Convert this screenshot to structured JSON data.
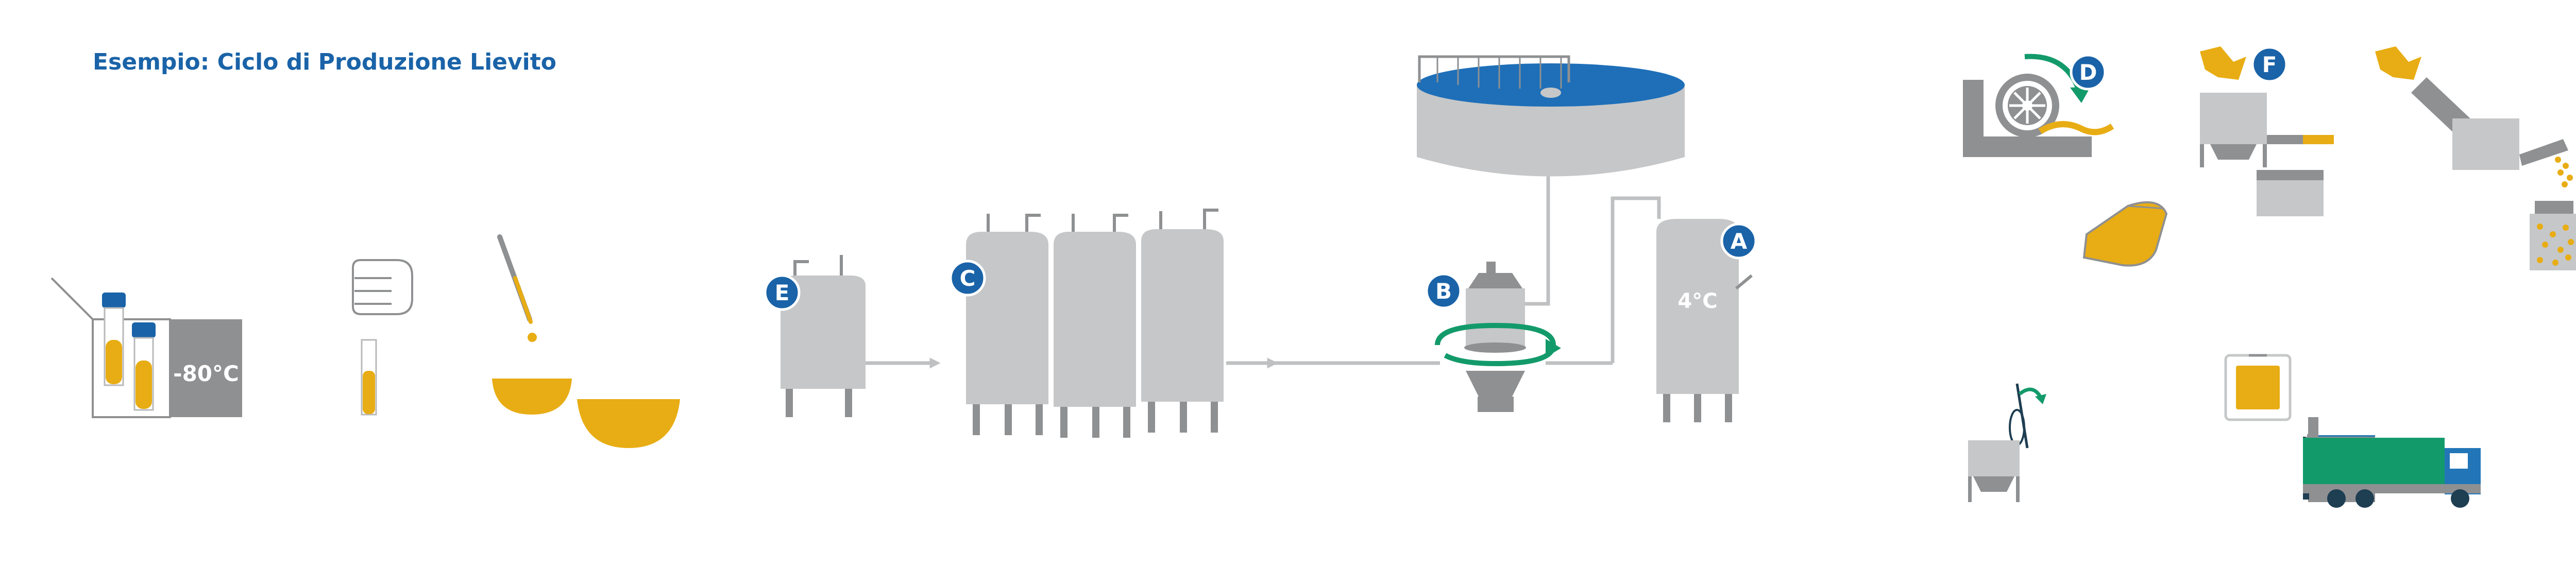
{
  "title": "Esempio: Ciclo di Produzione Lievito",
  "labels": {
    "freezer_temp": "-80°C",
    "cold_temp": "4°C",
    "A": "A",
    "B": "B",
    "C": "C",
    "D": "D",
    "E": "E",
    "F": "F"
  },
  "colors": {
    "title_blue": "#1a63a8",
    "badge_blue": "#1a63a8",
    "steel": "#c6c7c8",
    "steel_dark": "#8f9092",
    "yeast_yellow": "#e8ad14",
    "rotation_green": "#139a6b",
    "pond_blue": "#1e6fb8",
    "truck_green": "#159a6f",
    "truck_blue": "#2276b8"
  },
  "icons": [
    "test-tubes-freezer-icon",
    "gloved-hand-test-tube-icon",
    "pipette-flask-icon",
    "small-tank-icon",
    "fermenter-tanks-icon",
    "wastewater-pond-icon",
    "centrifuge-separator-icon",
    "cold-storage-tank-icon",
    "rotary-drum-filter-icon",
    "extruder-block-icon",
    "dryer-granule-icon",
    "mixer-icon",
    "yeast-bag-icon",
    "yeast-block-icon",
    "delivery-truck-icon"
  ]
}
